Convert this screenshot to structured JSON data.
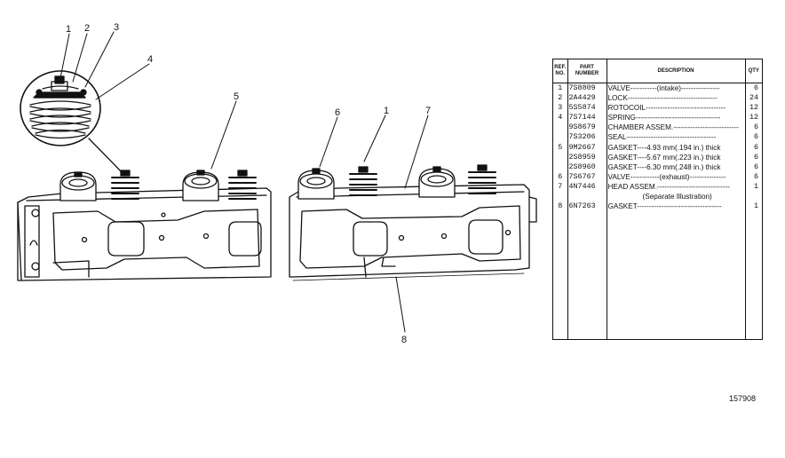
{
  "callouts": [
    "1",
    "2",
    "3",
    "4",
    "5",
    "6",
    "1",
    "7",
    "8"
  ],
  "table": {
    "headers": [
      "REF. NO.",
      "PART NUMBER",
      "DESCRIPTION",
      "QTY"
    ],
    "rows": [
      {
        "ref": "1",
        "part": "7S8809",
        "desc": "VALVE-----------(intake)----------------",
        "qty": "6"
      },
      {
        "ref": "2",
        "part": "2A4429",
        "desc": "LOCK-------------------------------------",
        "qty": "24"
      },
      {
        "ref": "3",
        "part": "5S5874",
        "desc": "ROTOCOIL---------------------------------",
        "qty": "12"
      },
      {
        "ref": "4",
        "part": "7S7144",
        "desc": "SPRING-----------------------------------",
        "qty": "12"
      },
      {
        "ref": "",
        "part": "9S8679",
        "desc": "CHAMBER ASSEM.---------------------------",
        "qty": "6"
      },
      {
        "ref": "",
        "part": "7S3206",
        "desc": "SEAL-------------------------------------",
        "qty": "6"
      },
      {
        "ref": "5",
        "part": "9M2667",
        "desc": "GASKET----4.93 mm(.194 in.) thick",
        "qty": "6"
      },
      {
        "ref": "",
        "part": "2S8959",
        "desc": "GASKET----5.67 mm(.223 in.) thick",
        "qty": "6"
      },
      {
        "ref": "",
        "part": "2S8960",
        "desc": "GASKET----6.30 mm(.248 in.) thick",
        "qty": "6"
      },
      {
        "ref": "6",
        "part": "7S6767",
        "desc": "VALVE------------(exhaust)---------------",
        "qty": "6"
      },
      {
        "ref": "7",
        "part": "4N7446",
        "desc": "HEAD ASSEM.------------------------------",
        "qty": "1"
      },
      {
        "ref": "",
        "part": "",
        "desc": "(Separate Illustration)",
        "qty": ""
      },
      {
        "ref": "8",
        "part": "6N7263",
        "desc": "GASKET-----------------------------------",
        "qty": "1"
      }
    ]
  },
  "drawing_number": "157908"
}
